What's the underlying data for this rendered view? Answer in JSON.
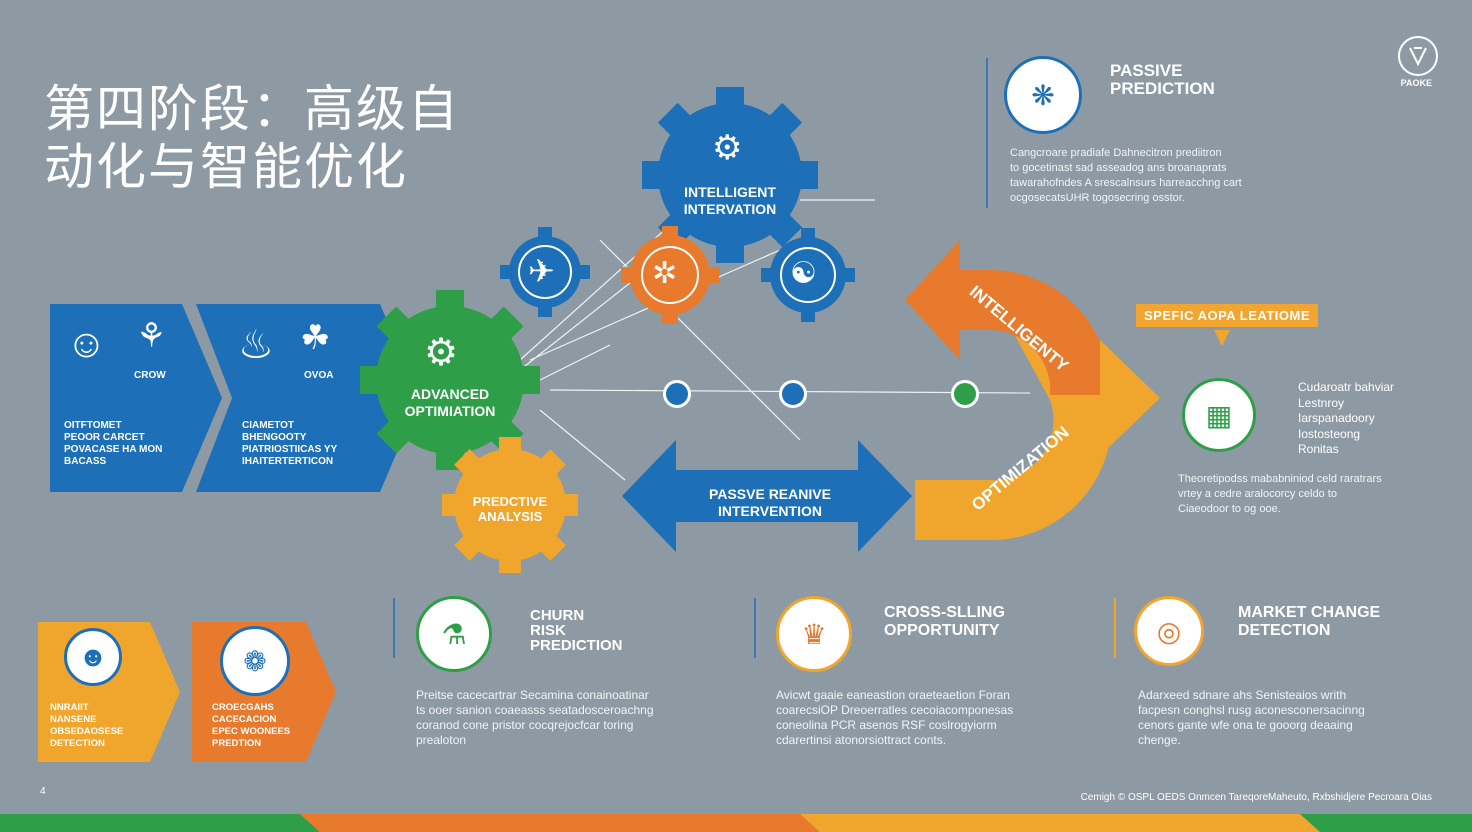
{
  "title": {
    "line1": "第四阶段：高级自",
    "line2": "动化与智能优化"
  },
  "logo": {
    "text": "PAOKE"
  },
  "left_chevrons": [
    {
      "icon_label": "CROW",
      "text": "OITFTOMET\nPEOOR CARCET\nPOVACASE HA MON\nBACASS"
    },
    {
      "icon_label": "OVOA",
      "text": "CIAMETOT\nBHENGOOTY\nPIATRIOSTIICAS YY\nIHAITERTERTICON"
    }
  ],
  "gears": {
    "intelligent_intervention": "INTELLIGENT\nINTERVATION",
    "advanced_optimization": "ADVANCED\nOPTIMIATION",
    "predictive_analysis": "PREDCTIVE\nANALYSIS"
  },
  "passive_prediction": {
    "title": "PASSIVE\nPREDICTION",
    "text": "Cangcroare pradiafe Dahnecitron prediitron\nto gocetinast sad asseadog ans broanaprats\ntawarahofndes A srescalnsurs harreacchng cart\nocgosecatsUHR togosecring osstor."
  },
  "arc": {
    "top_label": "INTELLIGENTY",
    "bottom_label": "OPTIMIZATION"
  },
  "double_arrow": {
    "label": "PASSVE REANIVE\nINTERVENTION"
  },
  "specific": {
    "badge": "SPEFIC AOPA LEATIOME",
    "list": [
      "Cudaroatr bahviar",
      "Lestnroy",
      "Iarspanadoory",
      "Iostosteong",
      "Ronitas"
    ],
    "text": "Theoretipodss mababniniod celd raratrars\nvrtey a cedre aralocorcy celdo to\nCiaeodoor to og ooe."
  },
  "bottom_chevrons": [
    {
      "text": "NNRAIIT\nNANSENE\nOBSEDAOSESE\nDETECTION"
    },
    {
      "text": "CROECGAHS\nCACECACION\nEPEC WOONEES\nPREDTION"
    }
  ],
  "cards": [
    {
      "title": "CHURN\nRISK\nPREDICTION",
      "text": "Preitse cacecartrar Secamina conainoatinar\nts ooer sanion coaeasss seatadosceroachng\ncoranod cone pristor cocqrejocfcar toring\nprealoton"
    },
    {
      "title": "CROSS-SLLING\nOPPORTUNITY",
      "text": "Avicwt gaaie eaneastion oraeteaetion Foran\ncoarecsiOP Dreoerratles cecoiacomponesas\nconeolina PCR asenos RSF coslrogyiorm\ncdarertinsi atonorsiottract conts."
    },
    {
      "title": "MARKET CHANGE\nDETECTION",
      "text": "Adarxeed sdnare ahs Senisteaios writh\nfacpesn conghsl rusg aconesconersacinng\ncenors gante wfe ona te gooorg deaaing\nchenge."
    }
  ],
  "page_number": "4",
  "footer": "Cemigh © OSPL OEDS Onmcen TareqoreMaheuto, Rxbshidjere Pecroara Oias"
}
